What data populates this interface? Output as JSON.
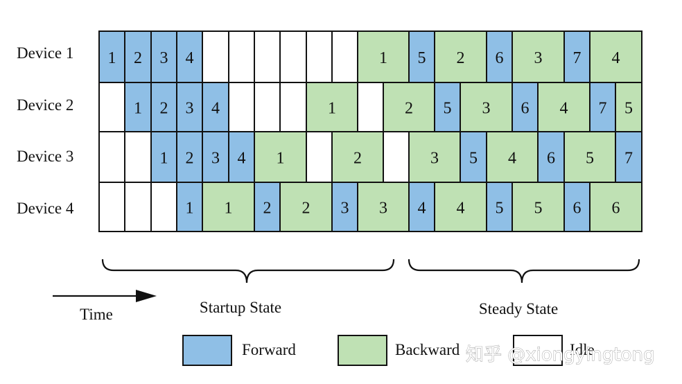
{
  "colors": {
    "forward": "#8fbfe6",
    "backward": "#bfe1b4",
    "idle": "#ffffff",
    "border": "#111111"
  },
  "devices": [
    {
      "label": "Device 1",
      "cells": [
        {
          "t": "F",
          "n": "1"
        },
        {
          "t": "F",
          "n": "2"
        },
        {
          "t": "F",
          "n": "3"
        },
        {
          "t": "F",
          "n": "4"
        },
        {
          "t": "I",
          "n": ""
        },
        {
          "t": "I",
          "n": ""
        },
        {
          "t": "I",
          "n": ""
        },
        {
          "t": "I",
          "n": ""
        },
        {
          "t": "I",
          "n": ""
        },
        {
          "t": "I",
          "n": ""
        },
        {
          "t": "B",
          "n": "1"
        },
        {
          "t": "F",
          "n": "5"
        },
        {
          "t": "B",
          "n": "2"
        },
        {
          "t": "F",
          "n": "6"
        },
        {
          "t": "B",
          "n": "3"
        },
        {
          "t": "F",
          "n": "7"
        },
        {
          "t": "B",
          "n": "4"
        }
      ]
    },
    {
      "label": "Device 2",
      "cells": [
        {
          "t": "I",
          "n": ""
        },
        {
          "t": "F",
          "n": "1"
        },
        {
          "t": "F",
          "n": "2"
        },
        {
          "t": "F",
          "n": "3"
        },
        {
          "t": "F",
          "n": "4"
        },
        {
          "t": "I",
          "n": ""
        },
        {
          "t": "I",
          "n": ""
        },
        {
          "t": "I",
          "n": ""
        },
        {
          "t": "B",
          "n": "1"
        },
        {
          "t": "I",
          "n": ""
        },
        {
          "t": "B",
          "n": "2"
        },
        {
          "t": "F",
          "n": "5"
        },
        {
          "t": "B",
          "n": "3"
        },
        {
          "t": "F",
          "n": "6"
        },
        {
          "t": "B",
          "n": "4"
        },
        {
          "t": "F",
          "n": "7"
        },
        {
          "t": "B",
          "n": "5"
        }
      ]
    },
    {
      "label": "Device 3",
      "cells": [
        {
          "t": "I",
          "n": ""
        },
        {
          "t": "I",
          "n": ""
        },
        {
          "t": "F",
          "n": "1"
        },
        {
          "t": "F",
          "n": "2"
        },
        {
          "t": "F",
          "n": "3"
        },
        {
          "t": "F",
          "n": "4"
        },
        {
          "t": "B",
          "n": "1"
        },
        {
          "t": "I",
          "n": ""
        },
        {
          "t": "B",
          "n": "2"
        },
        {
          "t": "I",
          "n": ""
        },
        {
          "t": "B",
          "n": "3"
        },
        {
          "t": "F",
          "n": "5"
        },
        {
          "t": "B",
          "n": "4"
        },
        {
          "t": "F",
          "n": "6"
        },
        {
          "t": "B",
          "n": "5"
        },
        {
          "t": "F",
          "n": "7"
        }
      ]
    },
    {
      "label": "Device 4",
      "cells": [
        {
          "t": "I",
          "n": ""
        },
        {
          "t": "I",
          "n": ""
        },
        {
          "t": "I",
          "n": ""
        },
        {
          "t": "F",
          "n": "1"
        },
        {
          "t": "B",
          "n": "1"
        },
        {
          "t": "F",
          "n": "2"
        },
        {
          "t": "B",
          "n": "2"
        },
        {
          "t": "F",
          "n": "3"
        },
        {
          "t": "B",
          "n": "3"
        },
        {
          "t": "F",
          "n": "4"
        },
        {
          "t": "B",
          "n": "4"
        },
        {
          "t": "F",
          "n": "5"
        },
        {
          "t": "B",
          "n": "5"
        },
        {
          "t": "F",
          "n": "6"
        },
        {
          "t": "B",
          "n": "6"
        }
      ]
    }
  ],
  "phases": {
    "startup": "Startup State",
    "steady": "Steady State"
  },
  "time_label": "Time",
  "legend": {
    "forward": "Forward",
    "backward": "Backward",
    "idle": "Idle"
  },
  "watermark": "知乎 @xiongyingtong"
}
